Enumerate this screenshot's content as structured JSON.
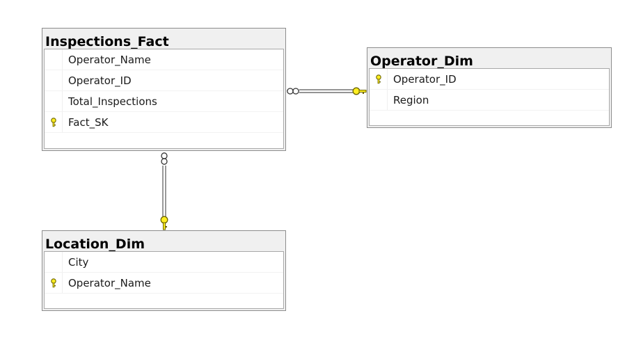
{
  "tables": {
    "inspections_fact": {
      "title": "Inspections_Fact",
      "rows": [
        {
          "label": "Operator_Name",
          "primary_key": false
        },
        {
          "label": "Operator_ID",
          "primary_key": false
        },
        {
          "label": "Total_Inspections",
          "primary_key": false
        },
        {
          "label": "Fact_SK",
          "primary_key": true
        }
      ]
    },
    "operator_dim": {
      "title": "Operator_Dim",
      "rows": [
        {
          "label": "Operator_ID",
          "primary_key": true
        },
        {
          "label": "Region",
          "primary_key": false
        }
      ]
    },
    "location_dim": {
      "title": "Location_Dim",
      "rows": [
        {
          "label": "City",
          "primary_key": false
        },
        {
          "label": "Operator_Name",
          "primary_key": true
        }
      ]
    }
  },
  "relationships": [
    {
      "from": "Inspections_Fact",
      "to": "Operator_Dim",
      "many_end_icon": "infinity-icon",
      "one_end_icon": "key-icon"
    },
    {
      "from": "Inspections_Fact",
      "to": "Location_Dim",
      "many_end_icon": "infinity-icon",
      "one_end_icon": "key-icon"
    }
  ],
  "colors": {
    "key_fill": "#ffee22",
    "key_stroke": "#6b6400",
    "border": "#8c8c8c",
    "title_bg": "#f0f0f0"
  }
}
